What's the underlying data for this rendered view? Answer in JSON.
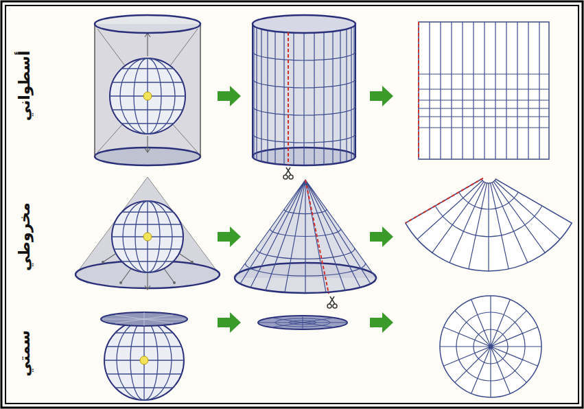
{
  "diagram": {
    "labels": [
      "أسطواني",
      "مخروطي",
      "سمتي"
    ]
  }
}
